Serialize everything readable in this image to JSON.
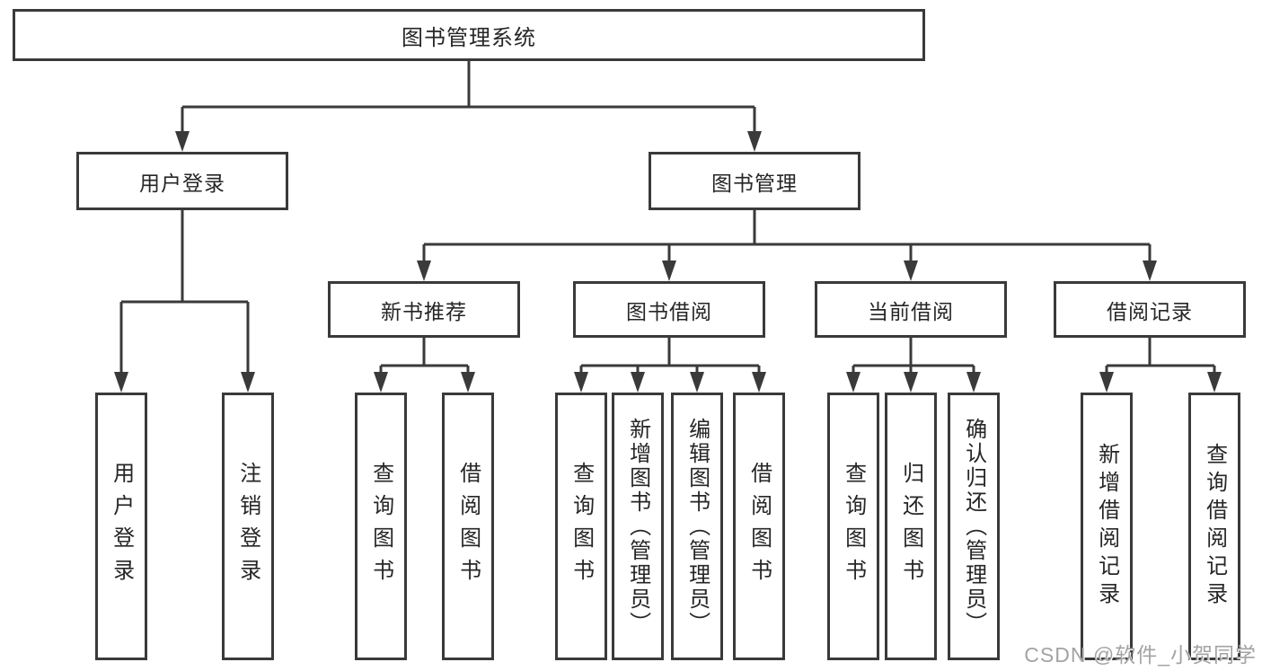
{
  "diagram": {
    "root_label": "图书管理系统",
    "level2": [
      {
        "label": "用户登录",
        "children": [
          {
            "label": "用户登录"
          },
          {
            "label": "注销登录"
          }
        ]
      },
      {
        "label": "图书管理"
      }
    ],
    "level3": [
      {
        "label": "新书推荐",
        "children": [
          {
            "label": "查询图书"
          },
          {
            "label": "借阅图书"
          }
        ]
      },
      {
        "label": "图书借阅",
        "children": [
          {
            "label": "查询图书"
          },
          {
            "label": "新增图书（管理员）"
          },
          {
            "label": "编辑图书（管理员）"
          },
          {
            "label": "借阅图书"
          }
        ]
      },
      {
        "label": "当前借阅",
        "children": [
          {
            "label": "查询图书"
          },
          {
            "label": "归还图书"
          },
          {
            "label": "确认归还（管理员）"
          }
        ]
      },
      {
        "label": "借阅记录",
        "children": [
          {
            "label": "新增借阅记录"
          },
          {
            "label": "查询借阅记录"
          }
        ]
      }
    ]
  },
  "watermark": {
    "text": "CSDN @软件_小贺同学"
  },
  "colors": {
    "line": "#3a3a3a",
    "text": "#262626",
    "background": "#ffffff",
    "watermark": "#a3a3a3"
  }
}
